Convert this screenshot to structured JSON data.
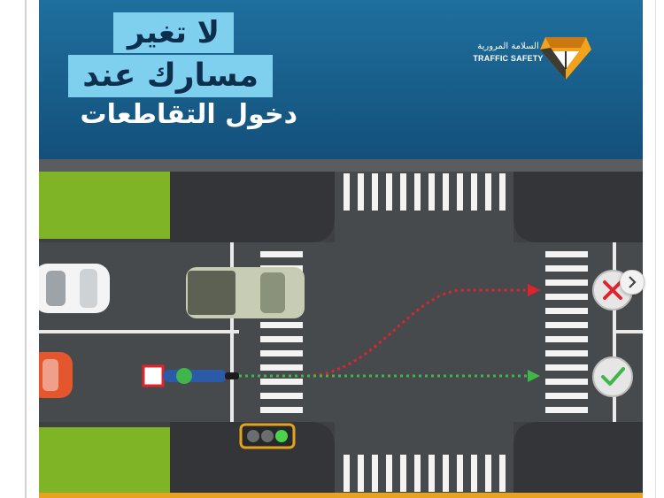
{
  "banner": {
    "title_line1": "لا تغير",
    "title_line2": "مسارك عند",
    "title_line3": "دخول التقاطعات",
    "logo_arabic": "السلامة المرورية",
    "logo_english": "TRAFFIC SAFETY"
  },
  "icons": {
    "next_button": "chevron-right-icon",
    "wrong_marker": "cross-icon",
    "right_marker": "check-icon",
    "signal": "traffic-light-icon",
    "scroll_handle": "chevron-right-icon"
  },
  "colors": {
    "banner_top": "#1f6f9e",
    "title_highlight": "#7fd0ee",
    "wrong_path": "#e0242e",
    "right_path": "#3fb54a",
    "grass": "#7fb427",
    "road": "#454749"
  }
}
